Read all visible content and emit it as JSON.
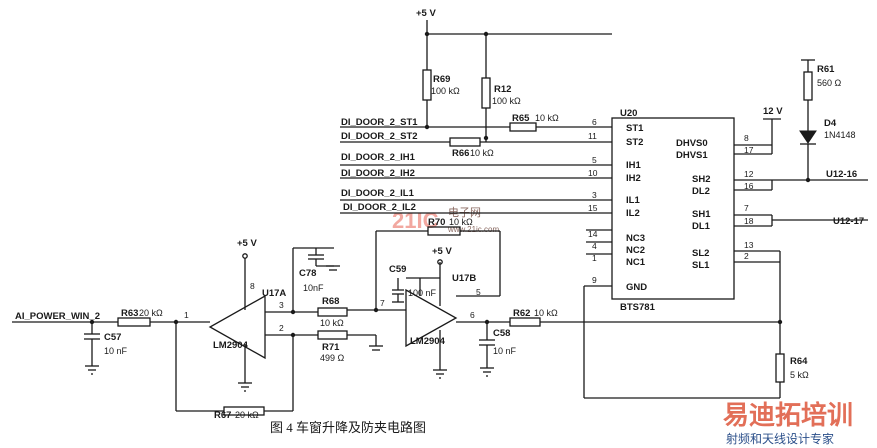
{
  "supply": {
    "vcc_top": "+5 V",
    "v12": "12 V",
    "vcc_opamp1": "+5 V",
    "vcc_opamp2": "+5 V"
  },
  "resistors": {
    "r69": {
      "name": "R69",
      "value": "100 kΩ"
    },
    "r12": {
      "name": "R12",
      "value": "100 kΩ"
    },
    "r65": {
      "name": "R65",
      "value": "10 kΩ"
    },
    "r66": {
      "name": "R66",
      "value": "10 kΩ"
    },
    "r61": {
      "name": "R61",
      "value": "560 Ω"
    },
    "r70": {
      "name": "R70",
      "value": "10 kΩ"
    },
    "r63": {
      "name": "R63",
      "value": "20 kΩ"
    },
    "r68": {
      "name": "R68",
      "value": "10 kΩ"
    },
    "r71": {
      "name": "R71",
      "value": "499 Ω"
    },
    "r67": {
      "name": "R67",
      "value": "20 kΩ"
    },
    "r62": {
      "name": "R62",
      "value": "10 kΩ"
    },
    "r64": {
      "name": "R64",
      "value": "5 kΩ"
    }
  },
  "capacitors": {
    "c78": {
      "name": "C78",
      "value": "10nF"
    },
    "c59": {
      "name": "C59",
      "value": "100 nF"
    },
    "c57": {
      "name": "C57",
      "value": "10 nF"
    },
    "c58": {
      "name": "C58",
      "value": "10 nF"
    }
  },
  "diode": {
    "name": "D4",
    "part": "1N4148"
  },
  "opamps": {
    "u17a": {
      "name": "U17A",
      "part": "LM2904"
    },
    "u17b": {
      "name": "U17B",
      "part": "LM2904"
    }
  },
  "ic": {
    "name": "U20",
    "part": "BTS781",
    "left_pins": [
      {
        "num": "6",
        "name": "ST1"
      },
      {
        "num": "11",
        "name": "ST2"
      },
      {
        "num": "5",
        "name": "IH1"
      },
      {
        "num": "10",
        "name": "IH2"
      },
      {
        "num": "3",
        "name": "IL1"
      },
      {
        "num": "15",
        "name": "IL2"
      },
      {
        "num": "14",
        "name": "NC3"
      },
      {
        "num": "4",
        "name": "NC2"
      },
      {
        "num": "1",
        "name": "NC1"
      },
      {
        "num": "9",
        "name": "GND"
      }
    ],
    "right_pins": [
      {
        "num": "8",
        "name": "DHVS0"
      },
      {
        "num": "17",
        "name": "DHVS1"
      },
      {
        "num": "12",
        "name": "SH2"
      },
      {
        "num": "16",
        "name": "DL2"
      },
      {
        "num": "7",
        "name": "SH1"
      },
      {
        "num": "18",
        "name": "DL1"
      },
      {
        "num": "13",
        "name": "SL2"
      },
      {
        "num": "2",
        "name": "SL1"
      }
    ]
  },
  "nets": {
    "st1": "DI_DOOR_2_ST1",
    "st2": "DI_DOOR_2_ST2",
    "ih1": "DI_DOOR_2_IH1",
    "ih2": "DI_DOOR_2_IH2",
    "il1": "DI_DOOR_2_IL1",
    "il2": "DI_DOOR_2_IL2",
    "ai": "AI_POWER_WIN_2",
    "u12_16": "U12-16",
    "u12_17": "U12-17"
  },
  "nodes": {
    "n1": "1",
    "n2": "2",
    "n3": "3",
    "n5": "5",
    "n6": "6",
    "n7": "7",
    "n8": "8"
  },
  "caption": "图 4   车窗升降及防夹电路图",
  "watermarks": {
    "center_logo": "21IC",
    "center_sub": "电子网",
    "center_url": "www.21ic.com",
    "br_logo": "易迪拓培训",
    "br_sub": "射频和天线设计专家"
  }
}
